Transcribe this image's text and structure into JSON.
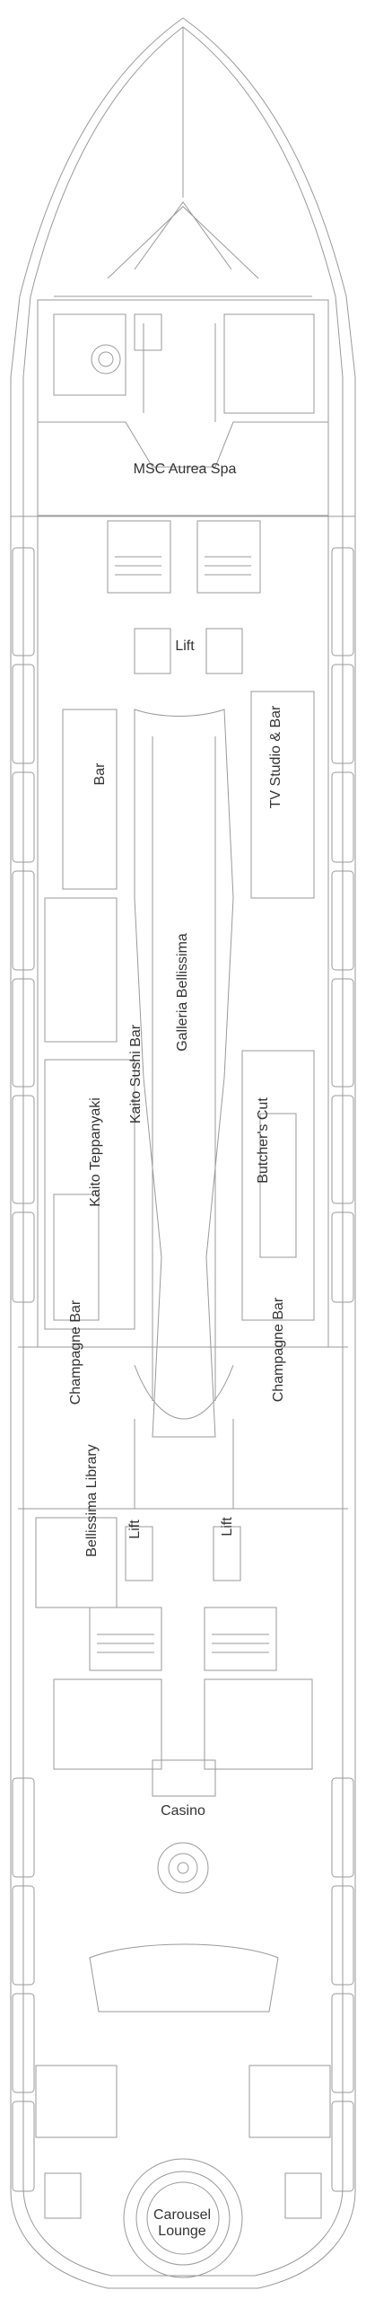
{
  "deck": {
    "line_color": "#9a9a9a",
    "label_color": "#333333",
    "background": "#ffffff"
  },
  "venues": {
    "spa": "MSC Aurea Spa",
    "lift_fwd": "Lift",
    "bar": "Bar",
    "tv_studio": "TV Studio & Bar",
    "galleria": "Galleria Bellissima",
    "sushi": "Kaito Sushi Bar",
    "teppanyaki": "Kaito Teppanyaki",
    "butchers": "Butcher's Cut",
    "champagne_port": "Champagne Bar",
    "champagne_stbd": "Champagne Bar",
    "library": "Bellissima Library",
    "lift_aft_port": "Lift",
    "lift_aft_stbd": "Lift",
    "casino": "Casino",
    "carousel_line1": "Carousel",
    "carousel_line2": "Lounge"
  }
}
